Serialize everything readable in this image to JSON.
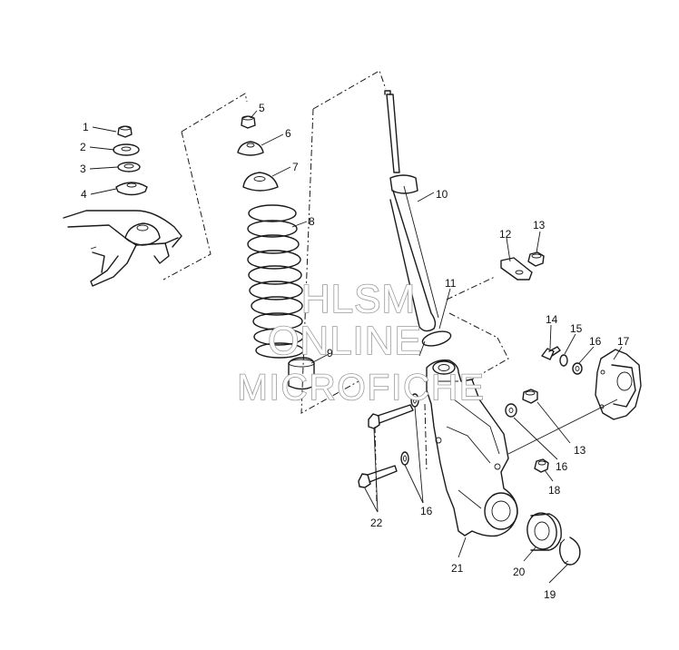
{
  "callouts": [
    {
      "id": "c1",
      "label": "1"
    },
    {
      "id": "c2",
      "label": "2"
    },
    {
      "id": "c3",
      "label": "3"
    },
    {
      "id": "c4",
      "label": "4"
    },
    {
      "id": "c5",
      "label": "5"
    },
    {
      "id": "c6",
      "label": "6"
    },
    {
      "id": "c7",
      "label": "7"
    },
    {
      "id": "c8",
      "label": "8"
    },
    {
      "id": "c9",
      "label": "9"
    },
    {
      "id": "c10",
      "label": "10"
    },
    {
      "id": "c11",
      "label": "11"
    },
    {
      "id": "c12",
      "label": "12"
    },
    {
      "id": "c13a",
      "label": "13"
    },
    {
      "id": "c13b",
      "label": "13"
    },
    {
      "id": "c14",
      "label": "14"
    },
    {
      "id": "c15",
      "label": "15"
    },
    {
      "id": "c16a",
      "label": "16"
    },
    {
      "id": "c16b",
      "label": "16"
    },
    {
      "id": "c16c",
      "label": "16"
    },
    {
      "id": "c17",
      "label": "17"
    },
    {
      "id": "c18",
      "label": "18"
    },
    {
      "id": "c19",
      "label": "19"
    },
    {
      "id": "c20",
      "label": "20"
    },
    {
      "id": "c21",
      "label": "21"
    },
    {
      "id": "c22",
      "label": "22"
    }
  ],
  "watermark": {
    "line1": "HLSM",
    "line2": "ONLINE",
    "line3": "MICROFICHE"
  },
  "colors": {
    "line": "#1a1a1a",
    "watermark_outline": "#9a9a9a",
    "background": "#ffffff"
  }
}
